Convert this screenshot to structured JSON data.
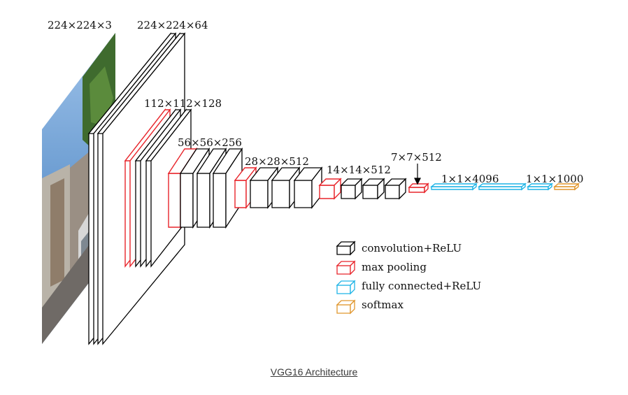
{
  "diagram": {
    "stage_labels": [
      "224×224×3",
      "224×224×64",
      "112×112×128",
      "56×56×256",
      "28×28×512",
      "14×14×512",
      "7×7×512",
      "1×1×4096",
      "1×1×1000"
    ],
    "legend": [
      {
        "label": "convolution+ReLU",
        "color": "#000000",
        "icon": "black-box-icon"
      },
      {
        "label": "max pooling",
        "color": "#e8252b",
        "icon": "red-box-icon"
      },
      {
        "label": "fully connected+ReLU",
        "color": "#1fb4e6",
        "icon": "cyan-box-icon"
      },
      {
        "label": "softmax",
        "color": "#e0962d",
        "icon": "orange-box-icon"
      }
    ]
  },
  "caption": "VGG16 Architecture"
}
